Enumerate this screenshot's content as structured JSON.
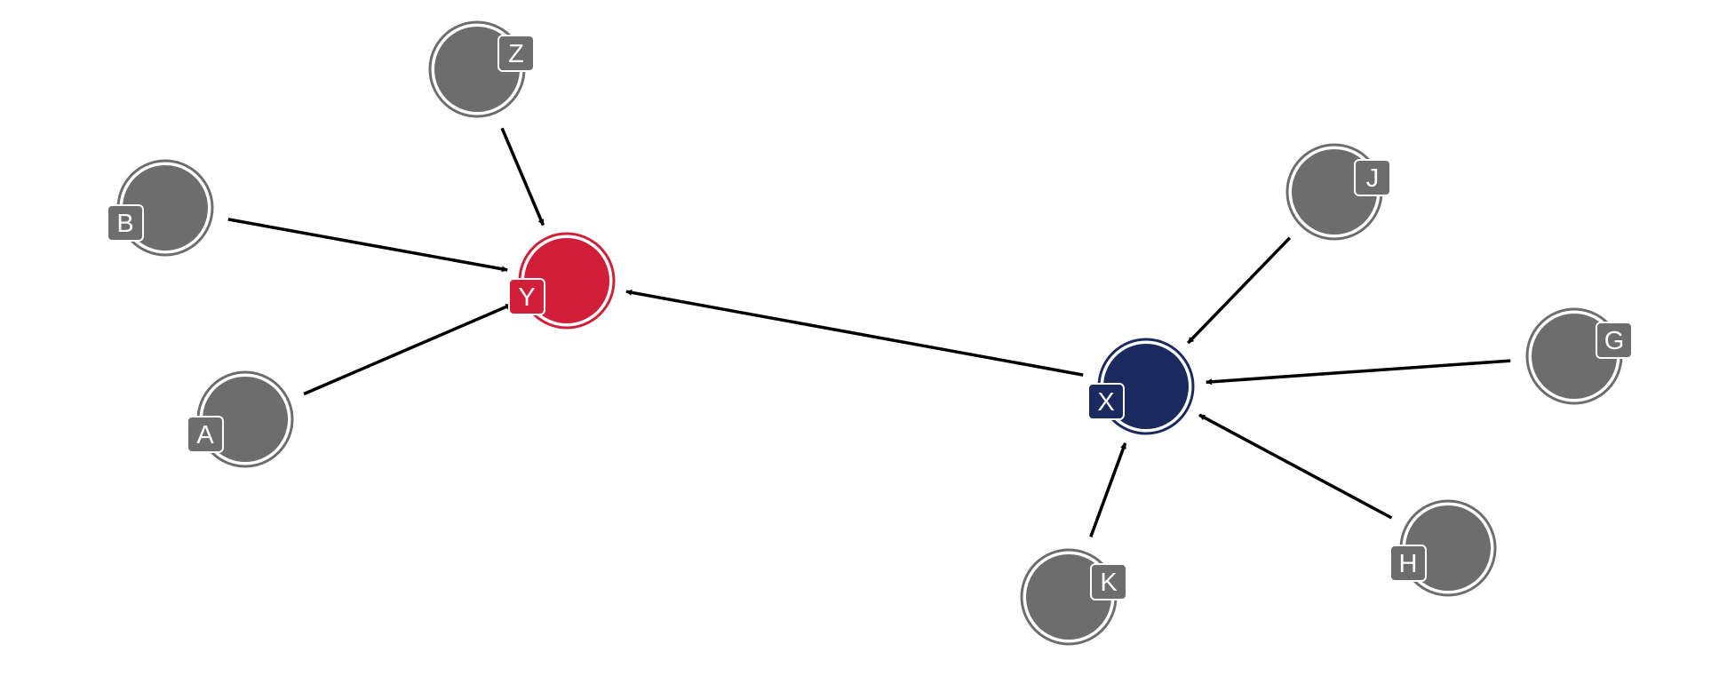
{
  "colors": {
    "outcome": "#d11f3a",
    "exposure": "#1a2a5e",
    "other": "#6d6d6d",
    "edge": "#000000",
    "background": "#ffffff"
  },
  "nodes": [
    {
      "id": "Y",
      "label": "Y",
      "role": "outcome"
    },
    {
      "id": "X",
      "label": "X",
      "role": "exposure"
    },
    {
      "id": "Z",
      "label": "Z",
      "role": "other"
    },
    {
      "id": "B",
      "label": "B",
      "role": "other"
    },
    {
      "id": "A",
      "label": "A",
      "role": "other"
    },
    {
      "id": "J",
      "label": "J",
      "role": "other"
    },
    {
      "id": "G",
      "label": "G",
      "role": "other"
    },
    {
      "id": "H",
      "label": "H",
      "role": "other"
    },
    {
      "id": "K",
      "label": "K",
      "role": "other"
    }
  ],
  "edges": [
    {
      "from": "Z",
      "to": "Y"
    },
    {
      "from": "B",
      "to": "Y"
    },
    {
      "from": "A",
      "to": "Y"
    },
    {
      "from": "X",
      "to": "Y"
    },
    {
      "from": "J",
      "to": "X"
    },
    {
      "from": "G",
      "to": "X"
    },
    {
      "from": "H",
      "to": "X"
    },
    {
      "from": "K",
      "to": "X"
    }
  ]
}
